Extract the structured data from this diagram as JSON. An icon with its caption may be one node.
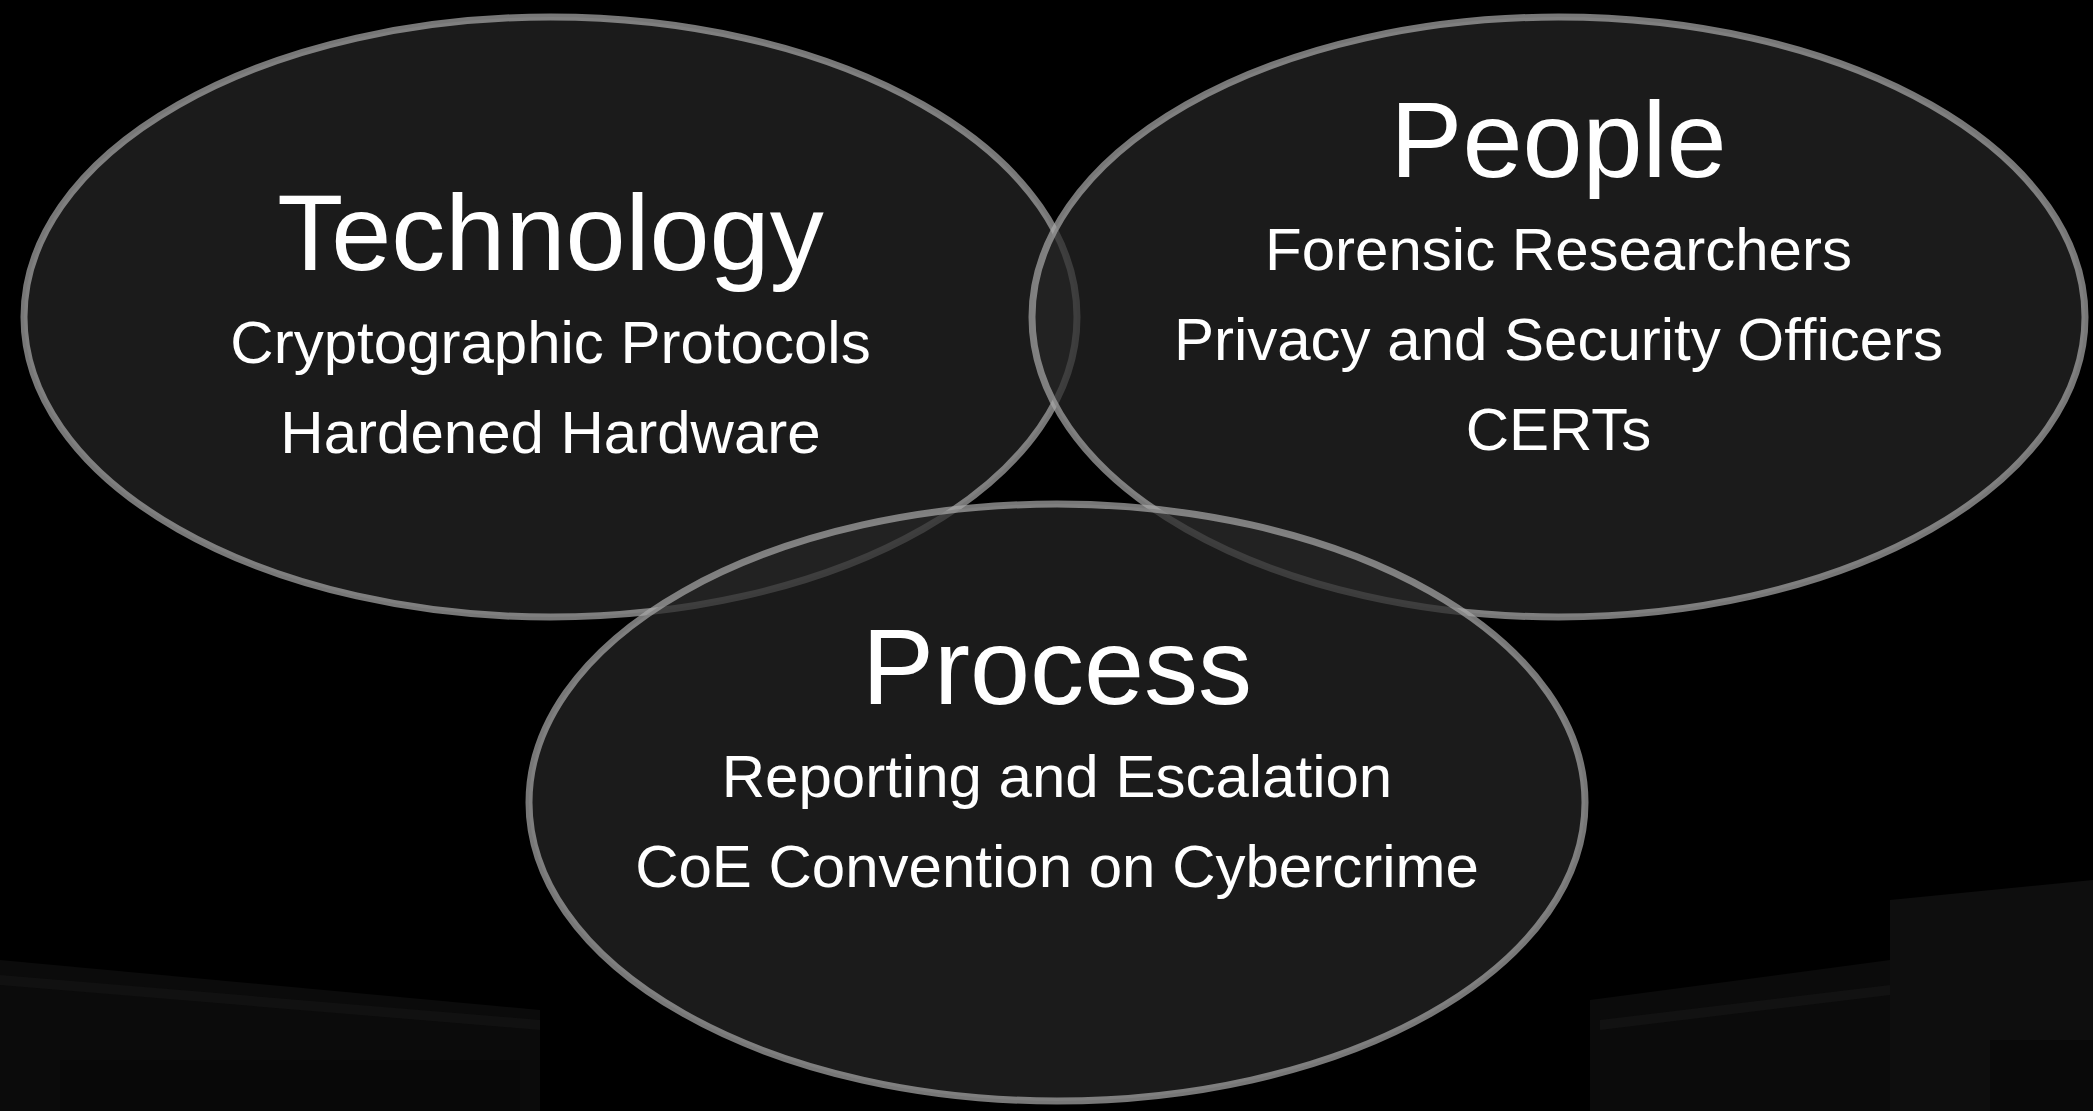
{
  "diagram": {
    "nodes": [
      {
        "text": [
          "Technology",
          "Cryptographic Protocols",
          "Hardened Hardware"
        ]
      },
      {
        "text": [
          "People",
          "Forensic Researchers",
          "Privacy and Security Officers",
          "CERTs"
        ]
      },
      {
        "text": [
          "Process",
          "Reporting and Escalation",
          "CoE Convention on Cybercrime"
        ]
      }
    ]
  }
}
